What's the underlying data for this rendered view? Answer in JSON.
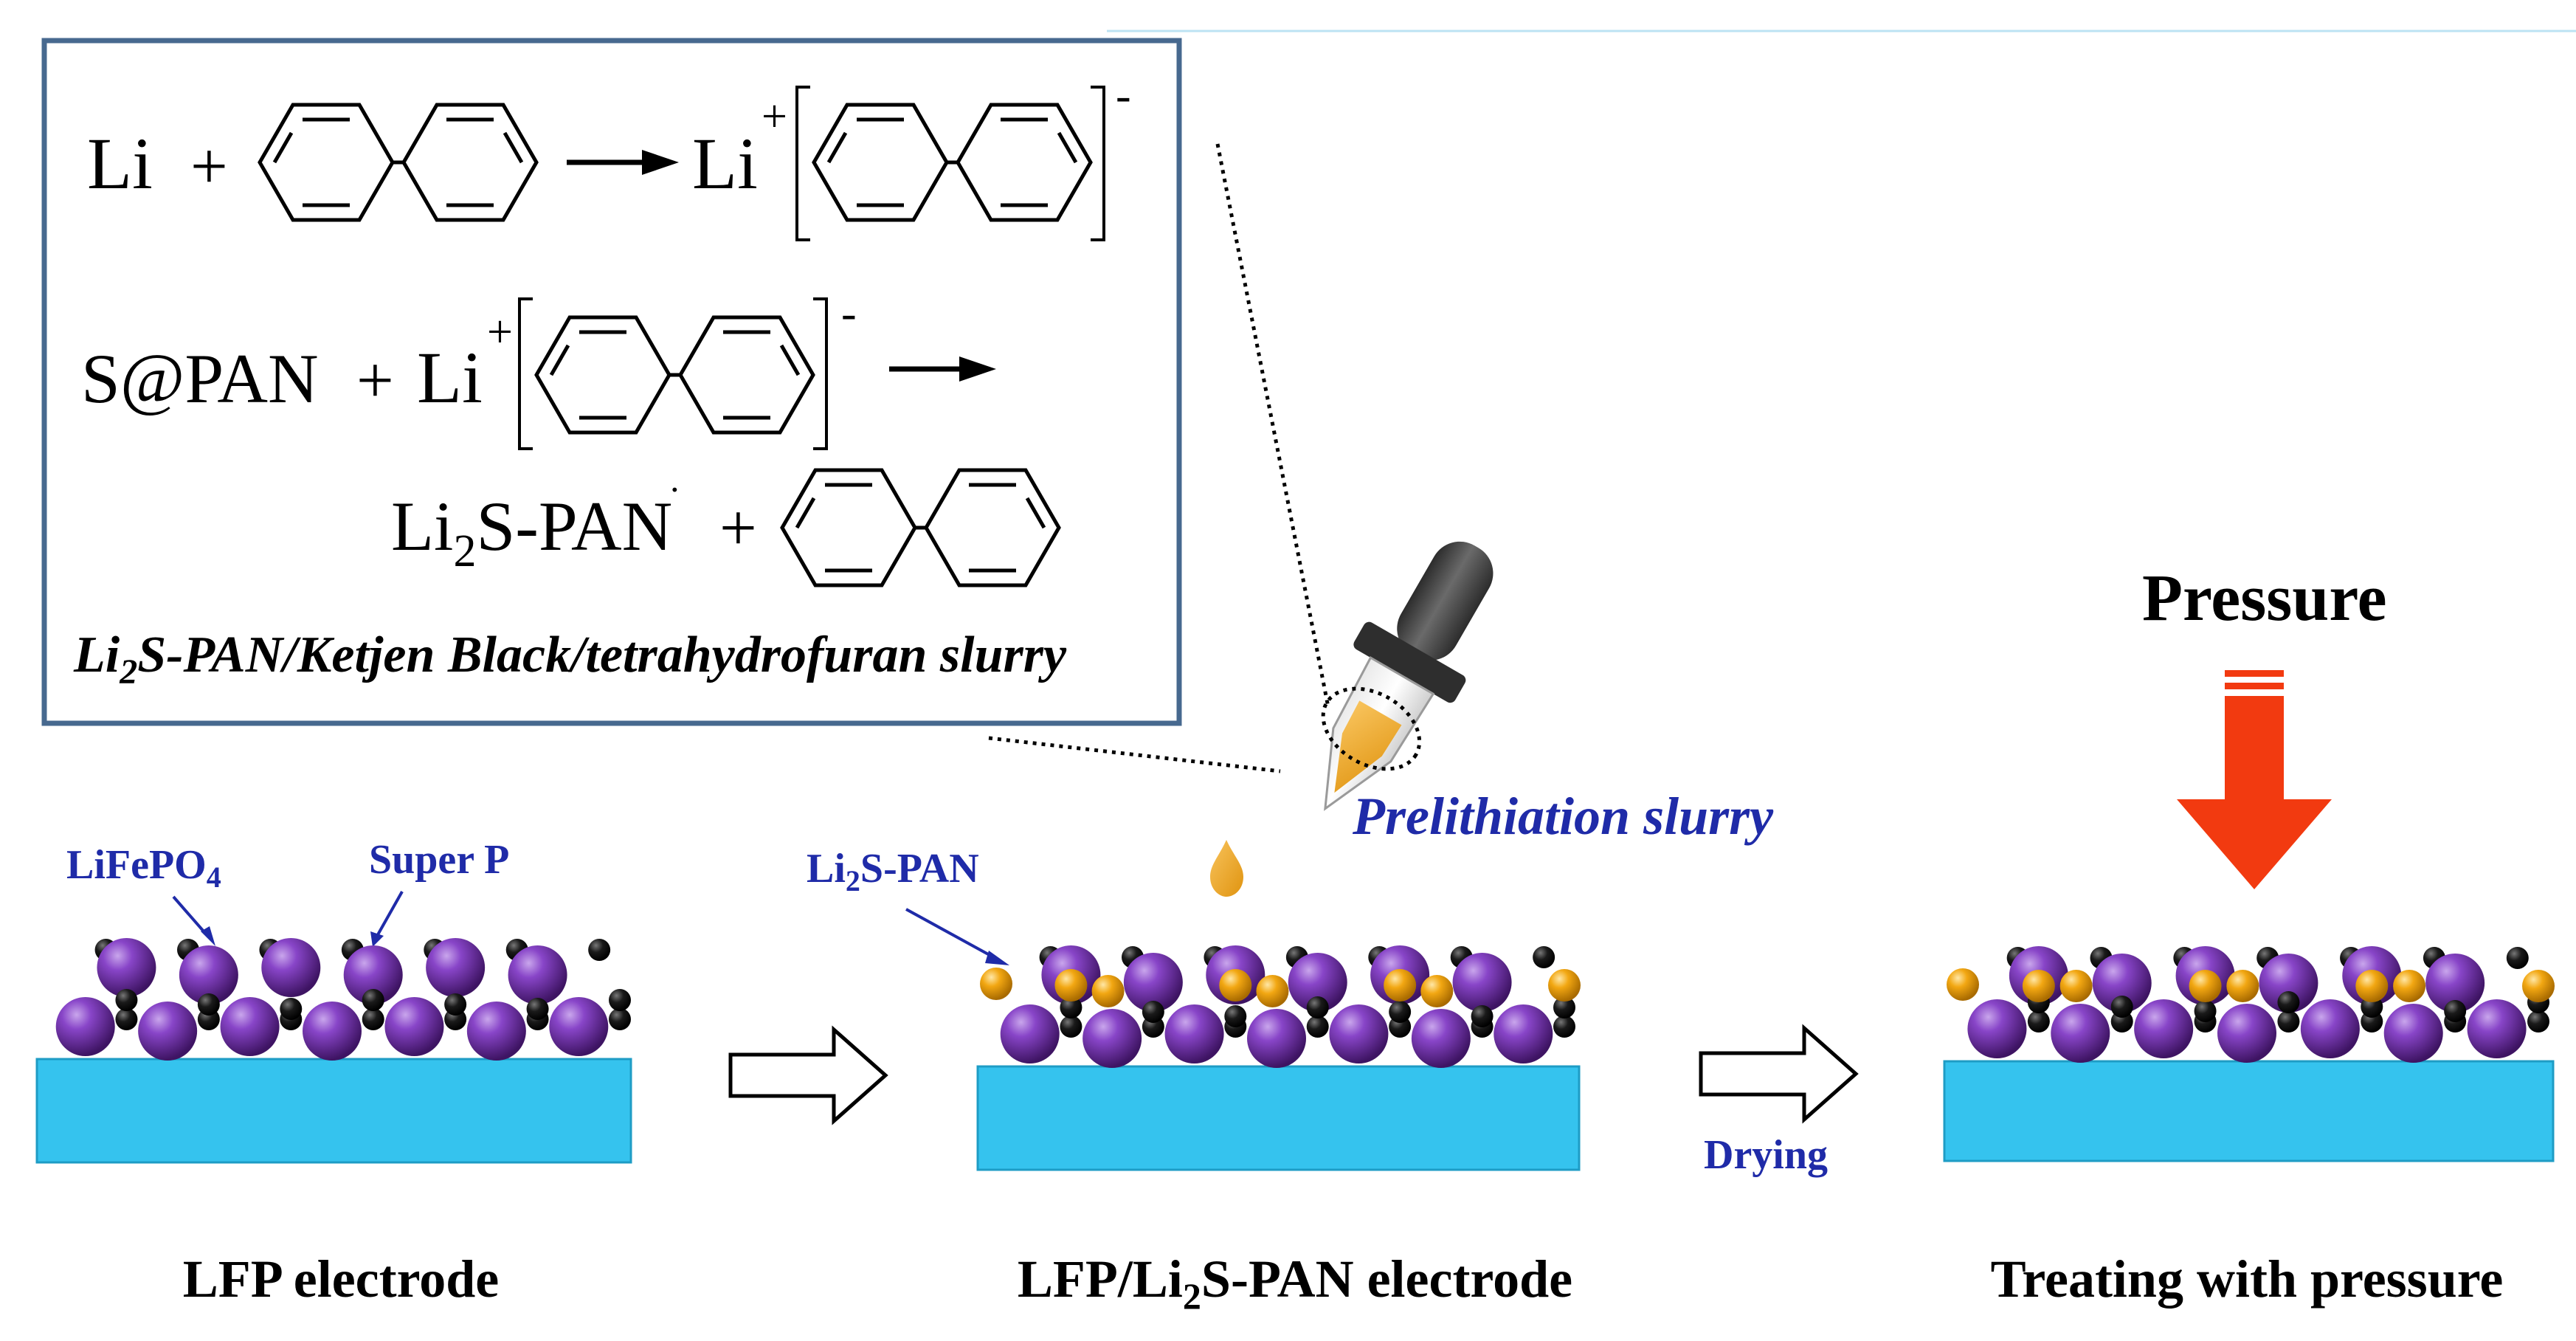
{
  "reaction_box": {
    "eq1": {
      "li": "Li",
      "plus": "+",
      "li_plus": "Li",
      "charge_plus": "+",
      "charge_minus": "-"
    },
    "eq2": {
      "reactant": "S@PAN",
      "plus": "+",
      "li_plus": "Li",
      "charge_plus": "+",
      "charge_minus": "-"
    },
    "eq3": {
      "prefix": "Li",
      "sub": "2",
      "suffix": "S-PAN",
      "dot": "·",
      "plus": "+"
    },
    "slurry": {
      "prefix": "Li",
      "sub": "2",
      "suffix": "S-PAN/Ketjen Black/tetrahydrofuran slurry"
    }
  },
  "labels": {
    "lifepo4": {
      "prefix": "LiFePO",
      "sub": "4"
    },
    "super_p": "Super P",
    "li2s_pan": {
      "prefix": "Li",
      "sub": "2",
      "suffix": "S-PAN"
    },
    "prelithiation": "Prelithiation slurry",
    "drying": "Drying",
    "pressure": "Pressure"
  },
  "captions": {
    "lfp": "LFP electrode",
    "lfp_li2s": {
      "prefix": "LFP/Li",
      "sub": "2",
      "suffix": "S-PAN electrode"
    },
    "treating": "Treating with pressure"
  },
  "colors": {
    "substrate": "#35C3EE",
    "lifepo4_particle": "#6B2FA0",
    "super_p_particle": "#111111",
    "li2s_pan_particle": "#F2A712",
    "label_blue": "#1F2BA8",
    "pressure_arrow": "#F23A10",
    "box_border": "#47698F",
    "dropper_body": "#3E3E3E"
  },
  "icons": [
    "biphenyl-icon",
    "dropper-icon",
    "pressure-arrow-icon",
    "process-arrow-icon"
  ]
}
